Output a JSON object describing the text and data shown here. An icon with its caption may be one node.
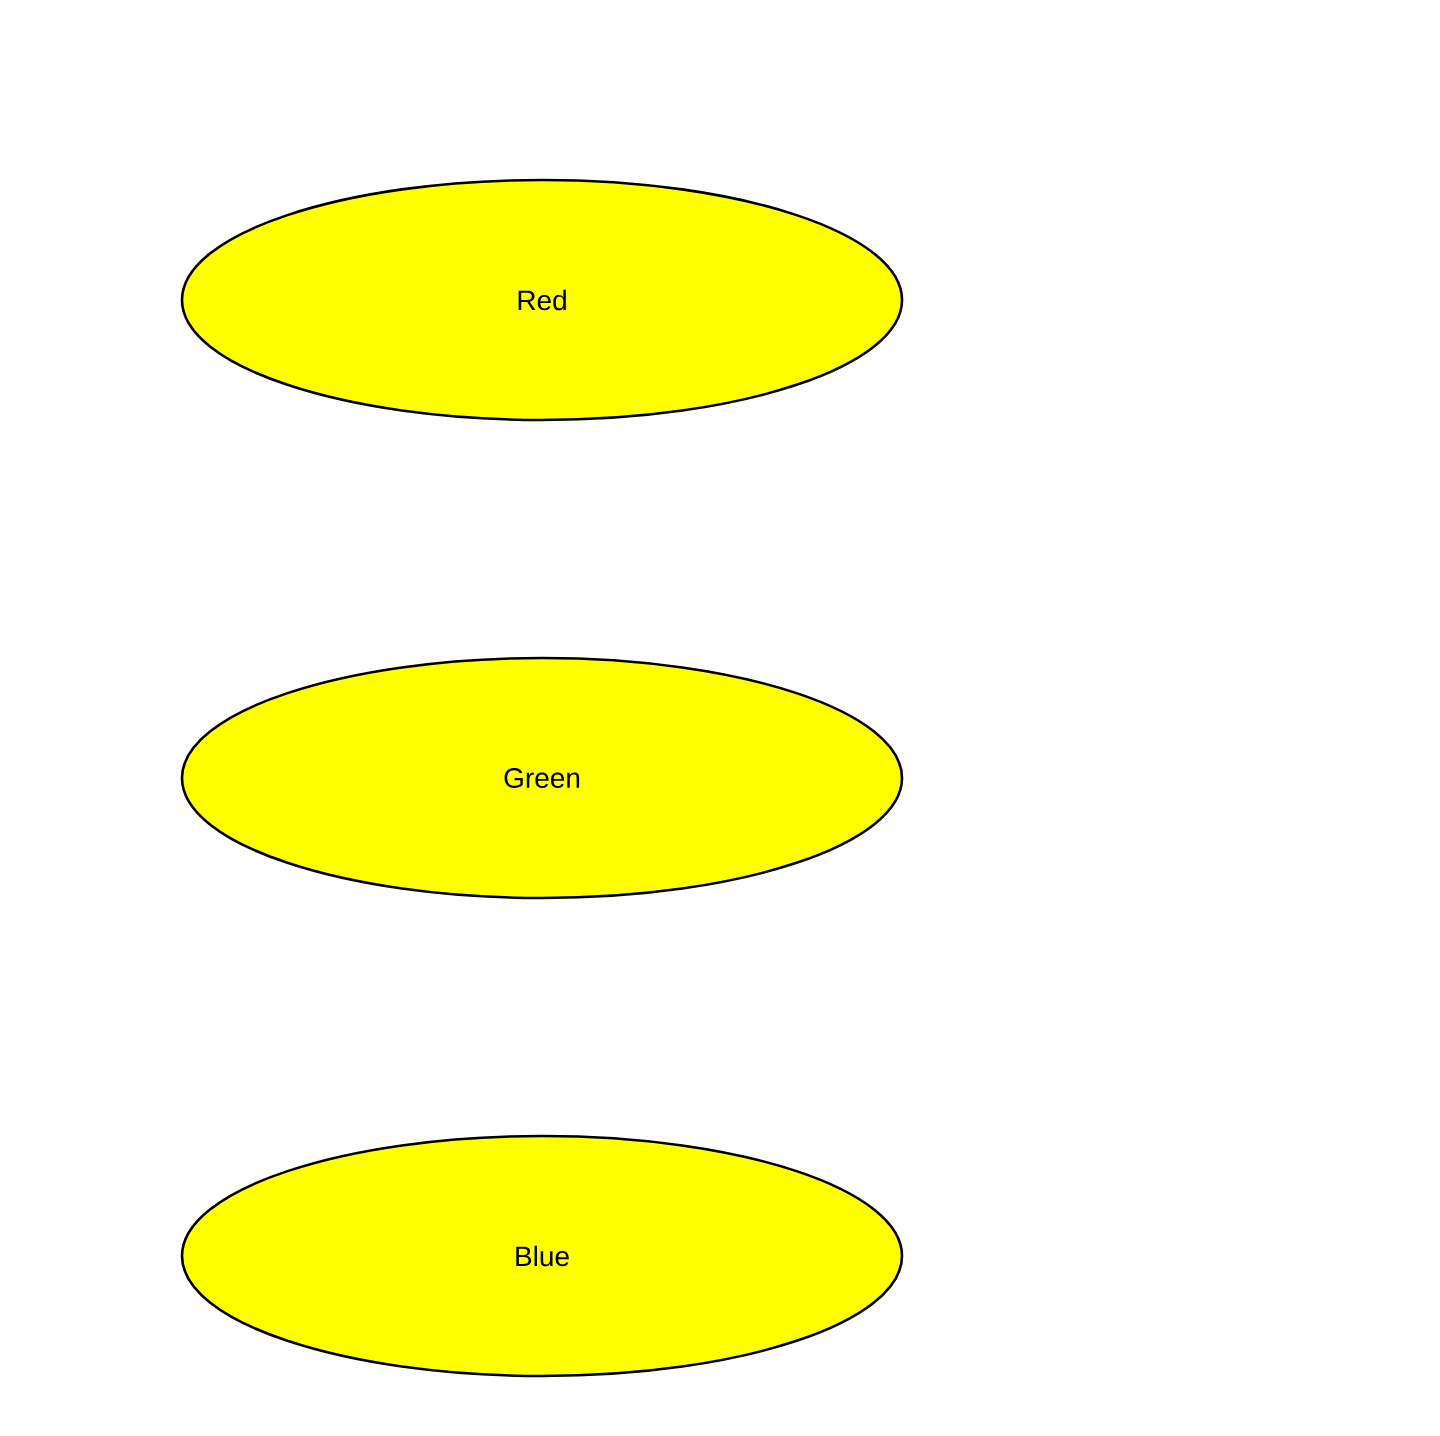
{
  "diagram": {
    "nodes": [
      {
        "text": [
          "Red"
        ]
      },
      {
        "text": [
          "Green"
        ]
      },
      {
        "text": [
          "Blue"
        ]
      }
    ]
  }
}
